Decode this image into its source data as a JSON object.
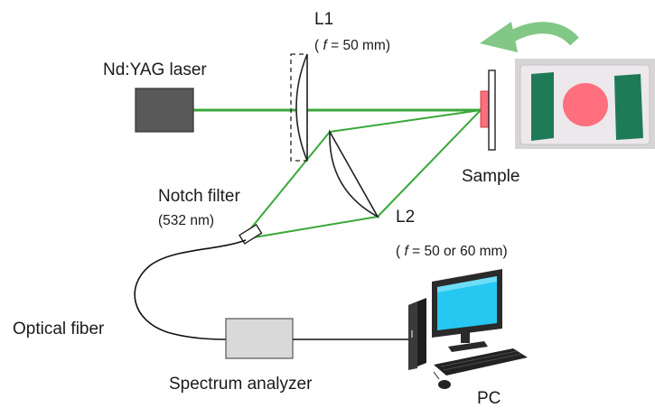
{
  "labels": {
    "laser": "Nd:YAG laser",
    "l1_name": "L1",
    "l1_focal": "( f = 50 mm)",
    "l1_focal_parts": {
      "open": "( ",
      "f": "f",
      "rest": " = 50 mm)"
    },
    "sample": "Sample",
    "notch_filter": "Notch filter",
    "notch_wavelength": "(532 nm)",
    "l2_name": "L2",
    "l2_focal": "( f = 50 or 60 mm)",
    "l2_focal_parts": {
      "open": "( ",
      "f": "f",
      "rest": " = 50 or 60 mm)"
    },
    "optical_fiber": "Optical fiber",
    "spectrum_analyzer": "Spectrum analyzer",
    "pc": "PC"
  },
  "colors": {
    "beam": "#3aa83a",
    "laser_box": "#595959",
    "analyzer_box": "#d9d9d9",
    "sample_pink": "#ff6f7d",
    "photo_green": "#1f7a57",
    "arrow": "#82c785",
    "screen": "#26c7f0"
  }
}
